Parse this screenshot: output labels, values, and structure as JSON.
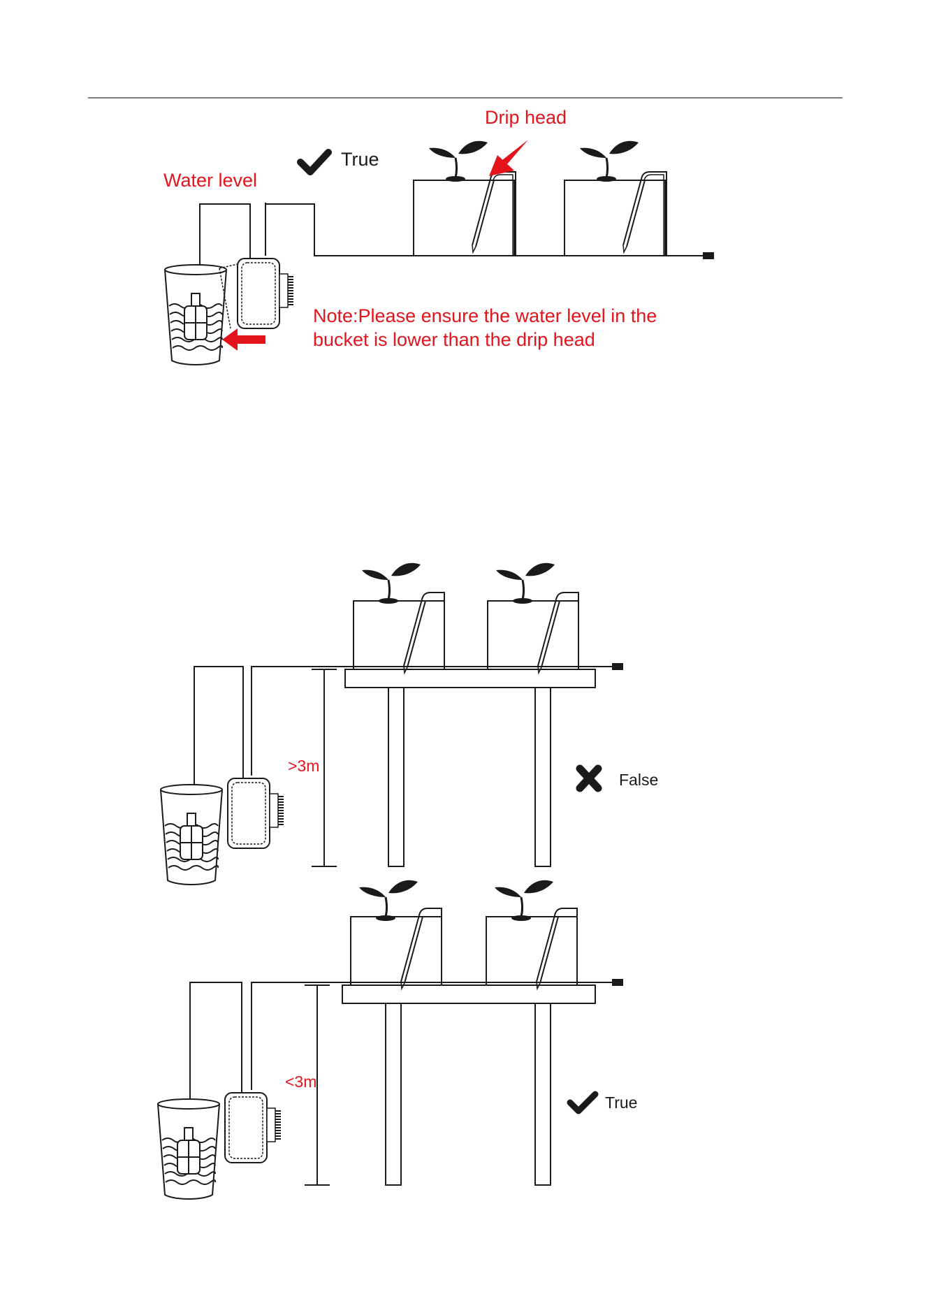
{
  "colors": {
    "annotation_red": "#e3141c",
    "line": "#1a1a1a",
    "background": "#ffffff"
  },
  "diagram_top": {
    "status_label": "True",
    "status_icon": "check-icon",
    "drip_head_label": "Drip head",
    "water_level_label": "Water level",
    "note_line1": "Note:Please ensure the water level in the",
    "note_line2": "bucket is lower than the drip head"
  },
  "diagram_middle": {
    "height_label": ">3m",
    "status_label": "False",
    "status_icon": "cross-icon"
  },
  "diagram_bottom": {
    "height_label": "<3m",
    "status_label": "True",
    "status_icon": "check-icon"
  }
}
